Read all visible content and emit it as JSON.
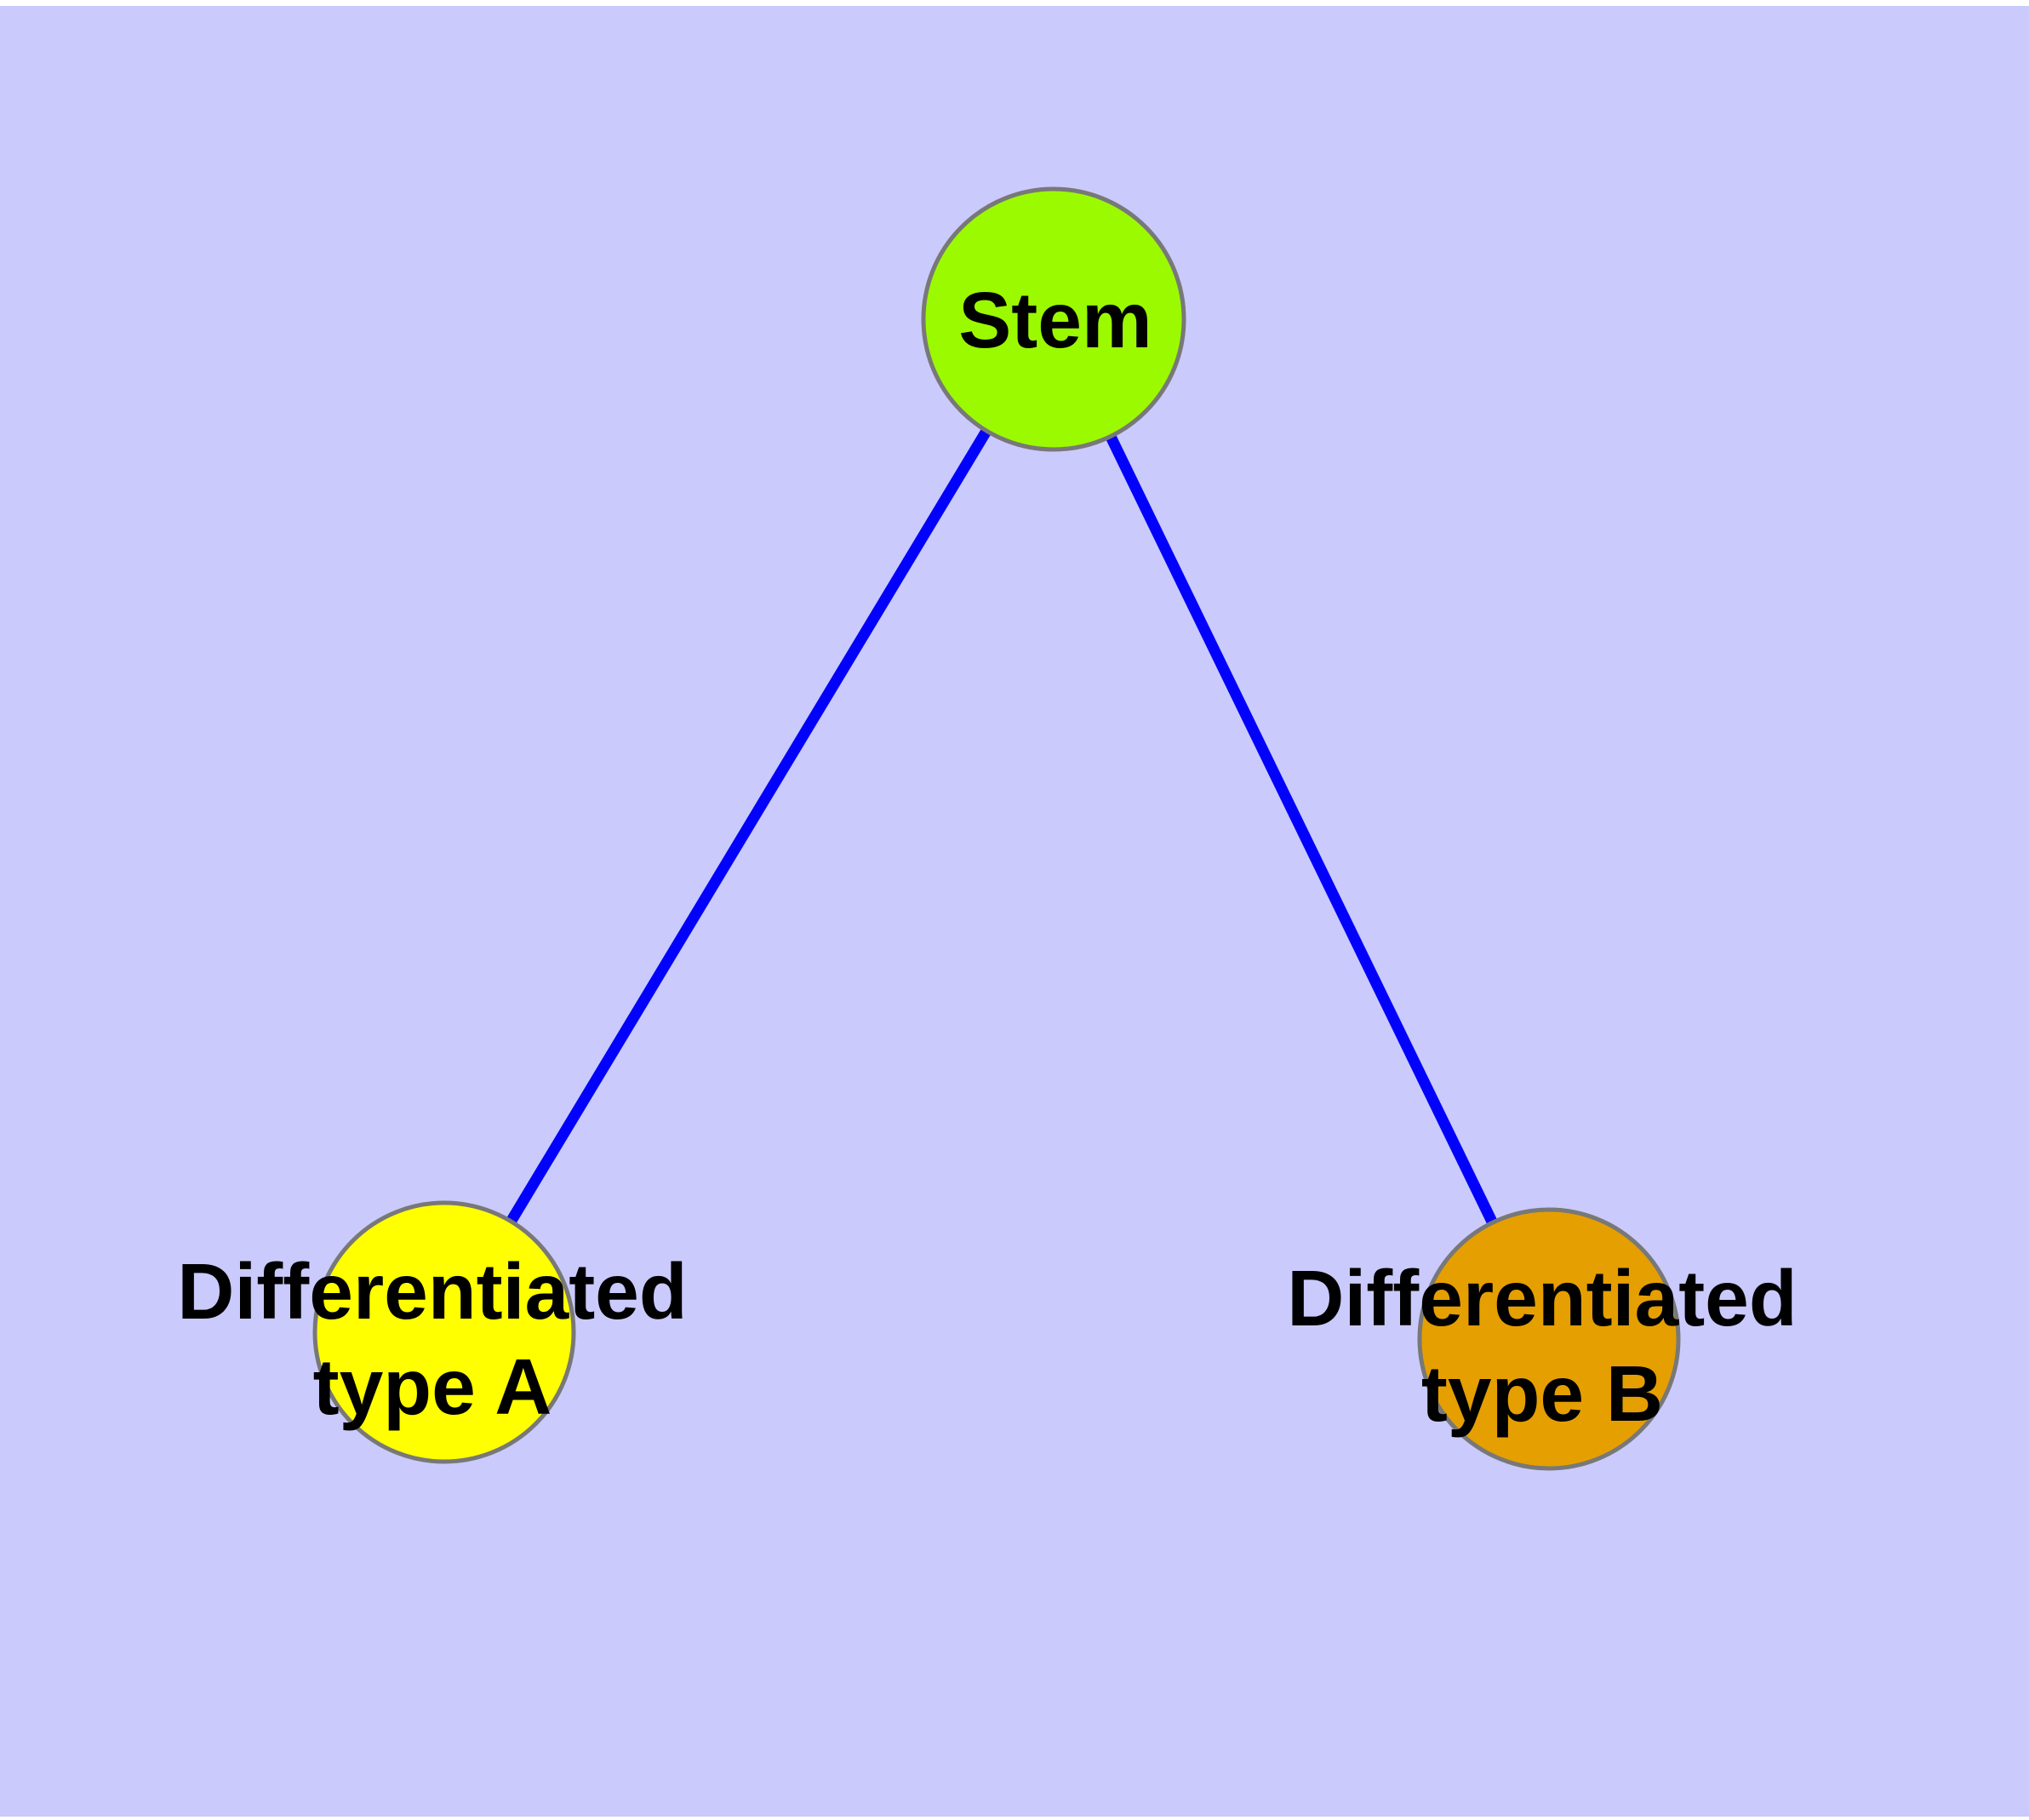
{
  "diagram": {
    "type": "node-link-graph",
    "title": "",
    "background_color": "#CACAFC",
    "margin_color": "#FFFFFF",
    "edge_color": "#0202FC",
    "node_border_color": "#787878",
    "label_color": "#000000",
    "nodes": [
      {
        "id": "stem",
        "label": "Stem",
        "lines": [
          "Stem"
        ],
        "fill": "#9BFA00"
      },
      {
        "id": "differentiated-type-a",
        "label": "Differentiated type A",
        "lines": [
          "Differentiated",
          "type A"
        ],
        "fill": "#FFFF00"
      },
      {
        "id": "differentiated-type-b",
        "label": "Differentiated type B",
        "lines": [
          "Differentiated",
          "type B"
        ],
        "fill": "#E69F00"
      }
    ],
    "edges": [
      {
        "from": "Stem",
        "to": "Differentiated type A"
      },
      {
        "from": "Stem",
        "to": "Differentiated type B"
      }
    ]
  }
}
